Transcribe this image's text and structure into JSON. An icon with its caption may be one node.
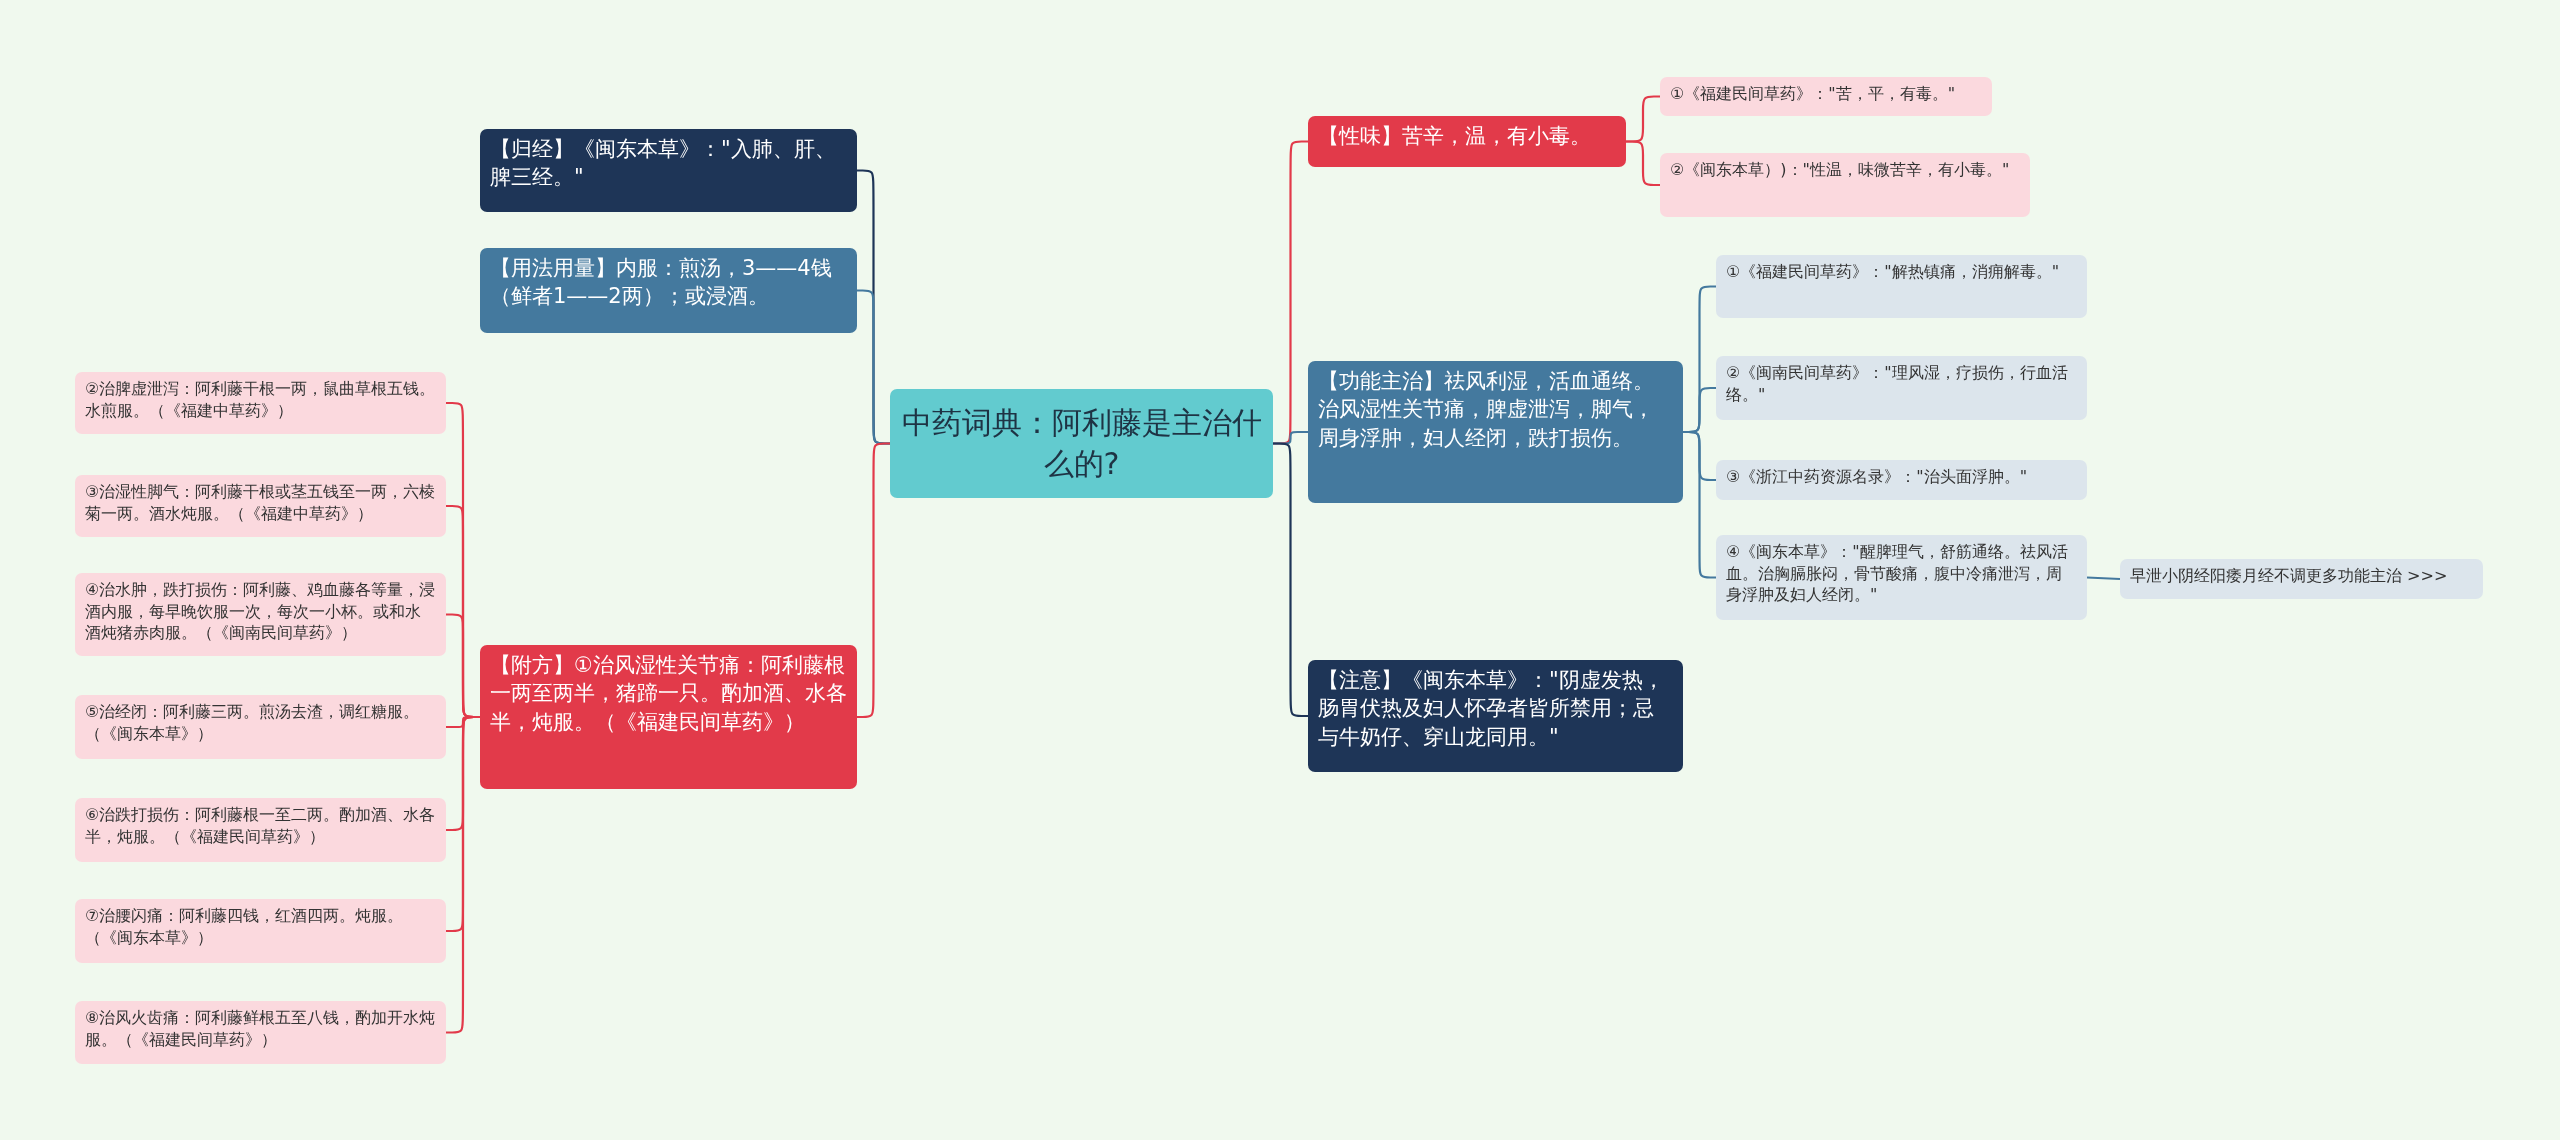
{
  "diagram": {
    "nodes": [
      {
        "text": [
          "中药词典：阿利藤是主治什么的?"
        ]
      },
      {
        "text": [
          "【归经】《闽东本草》：\"入肺、肝、脾三经。\""
        ]
      },
      {
        "text": [
          "【用法用量】内服：煎汤，3——4钱（鲜者1——2两）；或浸酒。"
        ]
      },
      {
        "text": [
          "【附方】①治风湿性关节痛：阿利藤根一两至两半，猪蹄一只。酌加酒、水各半，炖服。（《福建民间草药》）"
        ]
      },
      {
        "text": [
          "②治脾虚泄泻：阿利藤干根一两，鼠曲草根五钱。水煎服。（《福建中草药》）"
        ]
      },
      {
        "text": [
          "③治湿性脚气：阿利藤干根或茎五钱至一两，六棱菊一两。酒水炖服。（《福建中草药》）"
        ]
      },
      {
        "text": [
          "④治水肿，跌打损伤：阿利藤、鸡血藤各等量，浸酒内服，每早晚饮服一次，每次一小杯。或和水酒炖猪赤肉服。（《闽南民间草药》）"
        ]
      },
      {
        "text": [
          "⑤治经闭：阿利藤三两。煎汤去渣，调红糖服。（《闽东本草》）"
        ]
      },
      {
        "text": [
          "⑥治跌打损伤：阿利藤根一至二两。酌加酒、水各半，炖服。（《福建民间草药》）"
        ]
      },
      {
        "text": [
          "⑦治腰闪痛：阿利藤四钱，红酒四两。炖服。（《闽东本草》）"
        ]
      },
      {
        "text": [
          "⑧治风火齿痛：阿利藤鲜根五至八钱，酌加开水炖服。（《福建民间草药》）"
        ]
      },
      {
        "text": [
          "【性味】苦辛，温，有小毒。"
        ]
      },
      {
        "text": [
          "①《福建民间草药》：\"苦，平，有毒。\""
        ]
      },
      {
        "text": [
          "②《闽东本草）)：\"性温，味微苦辛，有小毒。\""
        ]
      },
      {
        "text": [
          "【功能主治】祛风利湿，活血通络。治风湿性关节痛，脾虚泄泻，脚气，周身浮肿，妇人经闭，跌打损伤。"
        ]
      },
      {
        "text": [
          "①《福建民间草药》：\"解热镇痛，消痈解毒。\""
        ]
      },
      {
        "text": [
          "②《闽南民间草药》：\"理风湿，疗损伤，行血活络。\""
        ]
      },
      {
        "text": [
          "③《浙江中药资源名录》：\"治头面浮肿。\""
        ]
      },
      {
        "text": [
          "④《闽东本草》：\"醒脾理气，舒筋通络。祛风活血。治胸膈胀闷，骨节酸痛，腹中冷痛泄泻，周身浮肿及妇人经闭。\""
        ]
      },
      {
        "text": [
          "早泄小阴经阳痿月经不调更多功能主治 >>>"
        ]
      },
      {
        "text": [
          "【注意】《闽东本草》：\"阴虚发热，肠胃伏热及妇人怀孕者皆所禁用；忌与牛奶仔、穿山龙同用。\""
        ]
      }
    ],
    "edges": [
      {
        "from": 0,
        "to": 1,
        "arrow": "none",
        "color": "#1e3557"
      },
      {
        "from": 0,
        "to": 2,
        "arrow": "none",
        "color": "#44799e"
      },
      {
        "from": 0,
        "to": 3,
        "arrow": "none",
        "color": "#e23a4a"
      },
      {
        "from": 3,
        "to": 4,
        "arrow": "none",
        "color": "#e23a4a"
      },
      {
        "from": 3,
        "to": 5,
        "arrow": "none",
        "color": "#e23a4a"
      },
      {
        "from": 3,
        "to": 6,
        "arrow": "none",
        "color": "#e23a4a"
      },
      {
        "from": 3,
        "to": 7,
        "arrow": "none",
        "color": "#e23a4a"
      },
      {
        "from": 3,
        "to": 8,
        "arrow": "none",
        "color": "#e23a4a"
      },
      {
        "from": 3,
        "to": 9,
        "arrow": "none",
        "color": "#e23a4a"
      },
      {
        "from": 3,
        "to": 10,
        "arrow": "none",
        "color": "#e23a4a"
      },
      {
        "from": 0,
        "to": 11,
        "arrow": "none",
        "color": "#e23a4a"
      },
      {
        "from": 11,
        "to": 12,
        "arrow": "none",
        "color": "#e23a4a"
      },
      {
        "from": 11,
        "to": 13,
        "arrow": "none",
        "color": "#e23a4a"
      },
      {
        "from": 0,
        "to": 14,
        "arrow": "none",
        "color": "#44799e"
      },
      {
        "from": 14,
        "to": 15,
        "arrow": "none",
        "color": "#44799e"
      },
      {
        "from": 14,
        "to": 16,
        "arrow": "none",
        "color": "#44799e"
      },
      {
        "from": 14,
        "to": 17,
        "arrow": "none",
        "color": "#44799e"
      },
      {
        "from": 14,
        "to": 18,
        "arrow": "none",
        "color": "#44799e"
      },
      {
        "from": 18,
        "to": 19,
        "arrow": "none",
        "color": "#44799e"
      },
      {
        "from": 0,
        "to": 20,
        "arrow": "none",
        "color": "#1e3557"
      }
    ]
  }
}
